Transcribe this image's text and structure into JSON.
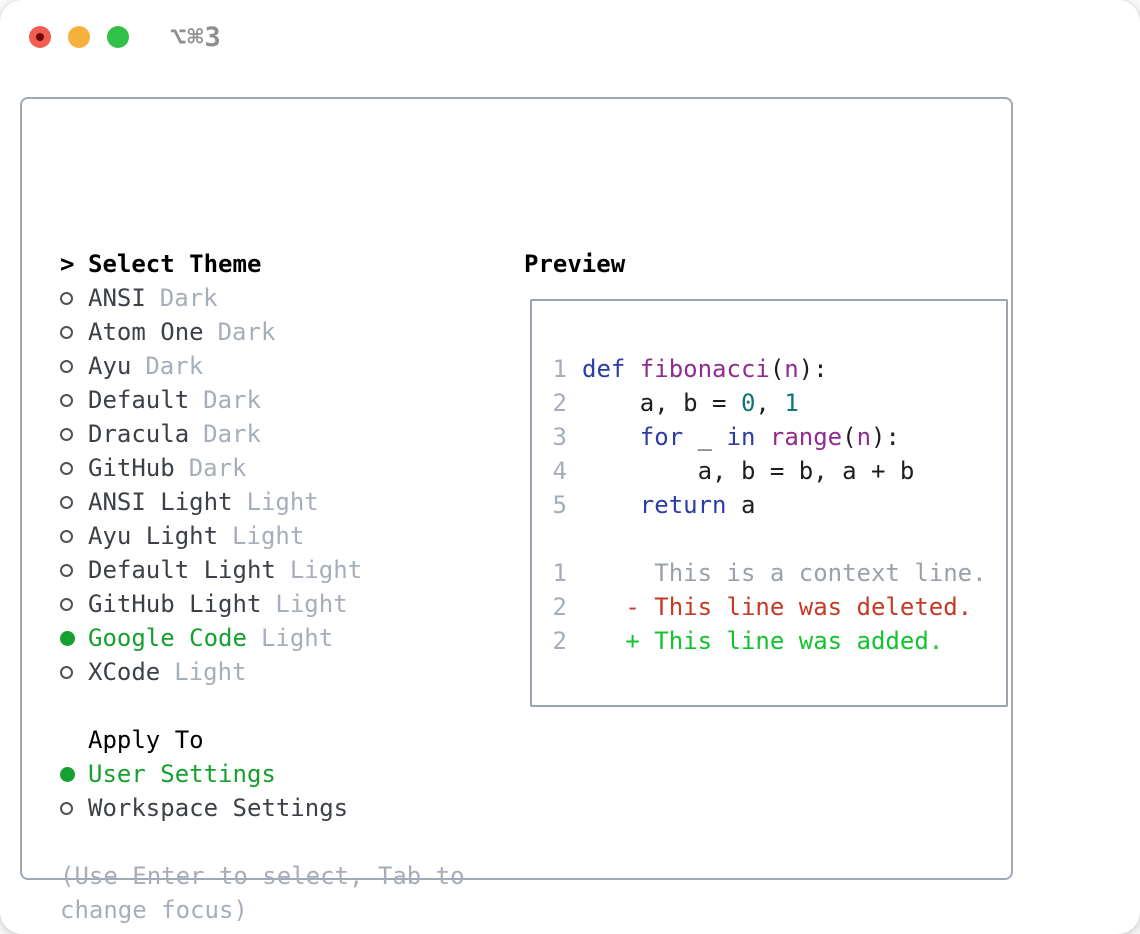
{
  "titlebar": {
    "shortcut": "⌥⌘3",
    "traffic_lights": [
      {
        "name": "close-button",
        "color": "#f25d51",
        "has_dot": true,
        "dot_color": "#6d0a06"
      },
      {
        "name": "minimize-button",
        "color": "#f6b13c",
        "has_dot": false
      },
      {
        "name": "zoom-button",
        "color": "#32c148",
        "has_dot": false
      }
    ]
  },
  "theme_panel": {
    "header_marker": ">",
    "header": "Select Theme",
    "themes": [
      {
        "name": "ANSI",
        "variant": "Dark",
        "selected": false
      },
      {
        "name": "Atom One",
        "variant": "Dark",
        "selected": false
      },
      {
        "name": "Ayu",
        "variant": "Dark",
        "selected": false
      },
      {
        "name": "Default",
        "variant": "Dark",
        "selected": false
      },
      {
        "name": "Dracula",
        "variant": "Dark",
        "selected": false
      },
      {
        "name": "GitHub",
        "variant": "Dark",
        "selected": false
      },
      {
        "name": "ANSI Light",
        "variant": "Light",
        "selected": false
      },
      {
        "name": "Ayu Light",
        "variant": "Light",
        "selected": false
      },
      {
        "name": "Default Light",
        "variant": "Light",
        "selected": false
      },
      {
        "name": "GitHub Light",
        "variant": "Light",
        "selected": false
      },
      {
        "name": "Google Code",
        "variant": "Light",
        "selected": true
      },
      {
        "name": "XCode",
        "variant": "Light",
        "selected": false
      }
    ],
    "apply_to": {
      "header": "Apply To",
      "options": [
        {
          "label": "User Settings",
          "selected": true
        },
        {
          "label": "Workspace Settings",
          "selected": false
        }
      ]
    },
    "hint": "(Use Enter to select, Tab to change focus)"
  },
  "preview": {
    "title": "Preview",
    "code_lines": [
      {
        "num": "1",
        "tokens": [
          [
            "def ",
            "keyword"
          ],
          [
            "fibonacci",
            "function"
          ],
          [
            "(",
            "plain"
          ],
          [
            "n",
            "function"
          ],
          [
            "):",
            "plain"
          ]
        ]
      },
      {
        "num": "2",
        "tokens": [
          [
            "    a, b = ",
            "plain"
          ],
          [
            "0",
            "number"
          ],
          [
            ", ",
            "plain"
          ],
          [
            "1",
            "number"
          ]
        ]
      },
      {
        "num": "3",
        "tokens": [
          [
            "    ",
            "plain"
          ],
          [
            "for",
            "keyword"
          ],
          [
            " _ ",
            "plain"
          ],
          [
            "in",
            "keyword"
          ],
          [
            " ",
            "plain"
          ],
          [
            "range",
            "function"
          ],
          [
            "(",
            "plain"
          ],
          [
            "n",
            "function"
          ],
          [
            "):",
            "plain"
          ]
        ]
      },
      {
        "num": "4",
        "tokens": [
          [
            "        a, b = b, a + b",
            "plain"
          ]
        ]
      },
      {
        "num": "5",
        "tokens": [
          [
            "    ",
            "plain"
          ],
          [
            "return",
            "keyword"
          ],
          [
            " a",
            "plain"
          ]
        ]
      }
    ],
    "diff_lines": [
      {
        "num": "1",
        "sign": " ",
        "text": "This is a context line.",
        "type": "context"
      },
      {
        "num": "2",
        "sign": "-",
        "text": "This line was deleted.",
        "type": "deleted"
      },
      {
        "num": "2",
        "sign": "+",
        "text": "This line was added.",
        "type": "added"
      }
    ]
  },
  "palette": {
    "keyword": "#2b3ba8",
    "function": "#8f2c8f",
    "number": "#11737a",
    "plain": "#1c1e21",
    "line_number": "#a3adbb",
    "context": "#9aa1a8",
    "deleted": "#c33a25",
    "added": "#13c22f",
    "selected_green": "#16a02f",
    "item_text": "#3c4148",
    "variant_text": "#a6aeb9",
    "hint_text": "#a6aeb9"
  }
}
